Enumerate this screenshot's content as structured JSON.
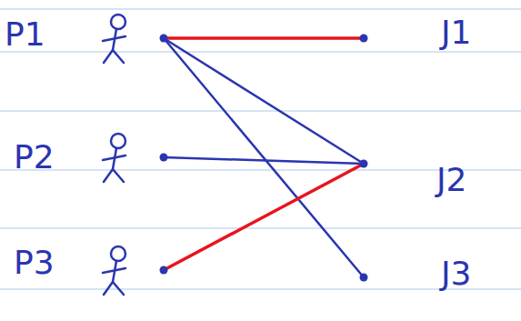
{
  "diagram": {
    "nodes": [
      {
        "text": [
          "P1"
        ]
      },
      {
        "text": [
          "P2"
        ]
      },
      {
        "text": [
          "P3"
        ]
      },
      {
        "text": [
          "J1"
        ]
      },
      {
        "text": [
          "J2"
        ]
      },
      {
        "text": [
          "J3"
        ]
      }
    ],
    "edges": [
      {
        "from": 0,
        "to": 3,
        "arrow": "none"
      },
      {
        "from": 0,
        "to": 4,
        "arrow": "none"
      },
      {
        "from": 0,
        "to": 5,
        "arrow": "none"
      },
      {
        "from": 1,
        "to": 4,
        "arrow": "none"
      },
      {
        "from": 2,
        "to": 4,
        "arrow": "none"
      }
    ]
  }
}
